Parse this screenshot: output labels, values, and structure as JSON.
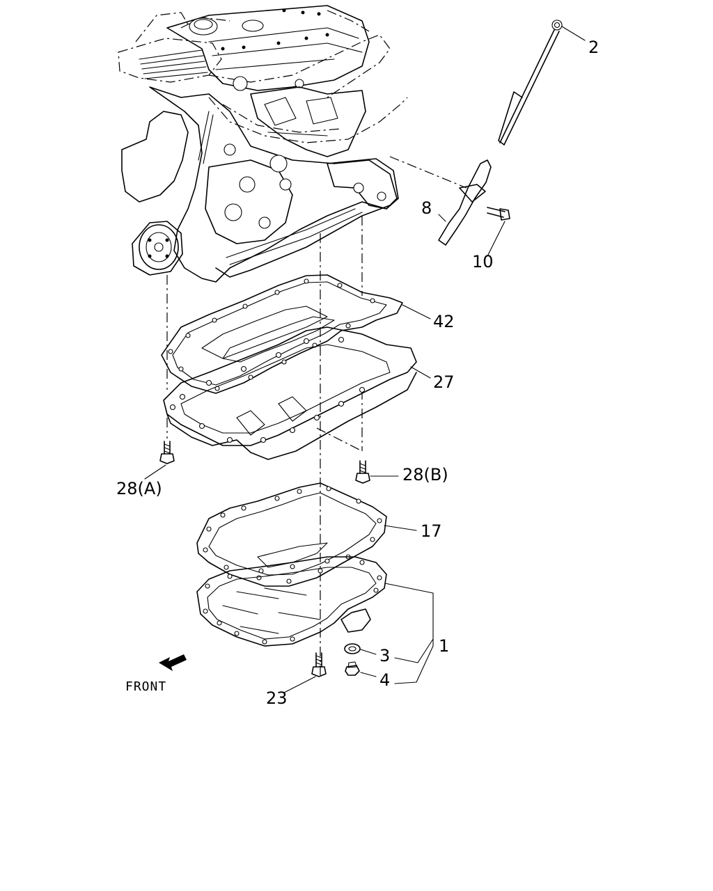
{
  "labels": {
    "p2": "2",
    "p8": "8",
    "p10": "10",
    "p42": "42",
    "p27": "27",
    "p28a": "28(A)",
    "p28b": "28(B)",
    "p17": "17",
    "p1": "1",
    "p3": "3",
    "p4": "4",
    "p23": "23"
  },
  "direction": "FRONT",
  "icons": {
    "front_arrow": "front-arrow-icon"
  }
}
